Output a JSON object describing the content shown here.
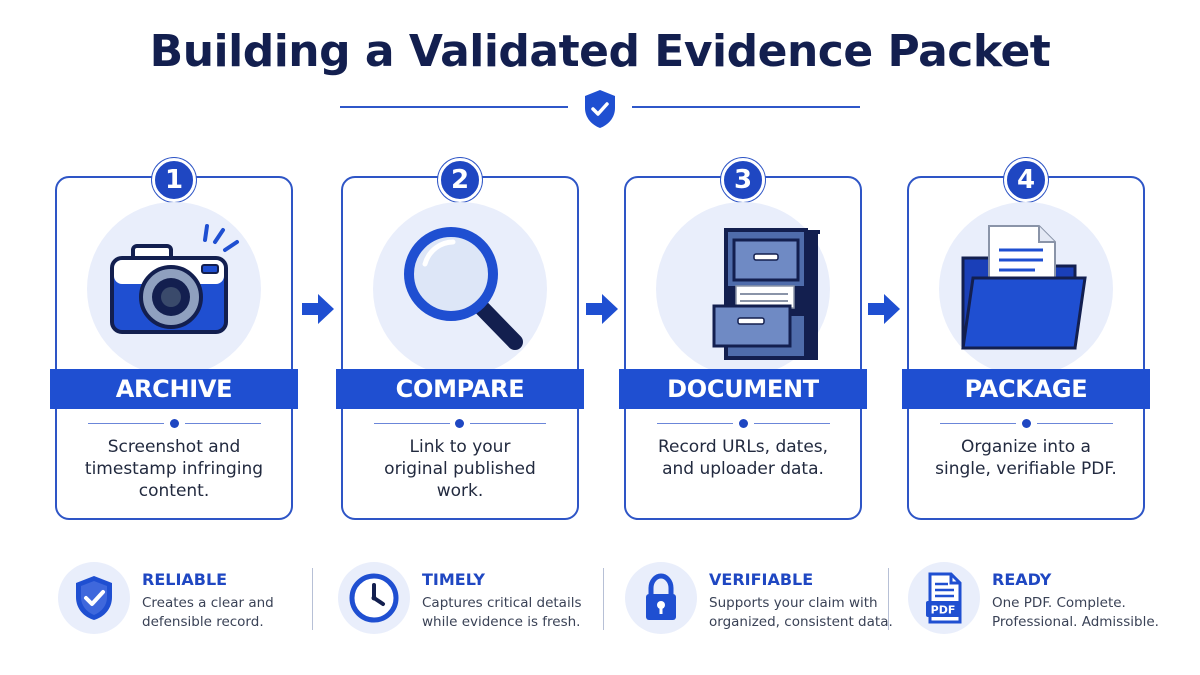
{
  "title": "Building a Validated Evidence Packet",
  "colors": {
    "primary": "#1f4fd1",
    "navy": "#131f4f",
    "light": "#e9eefb"
  },
  "steps": [
    {
      "number": "1",
      "label": "ARCHIVE",
      "icon": "camera-icon",
      "desc": [
        "Screenshot and",
        "timestamp infringing",
        "content."
      ]
    },
    {
      "number": "2",
      "label": "COMPARE",
      "icon": "magnifier-icon",
      "desc": [
        "Link to your",
        "original published",
        "work."
      ]
    },
    {
      "number": "3",
      "label": "DOCUMENT",
      "icon": "filing-cabinet-icon",
      "desc": [
        "Record URLs, dates,",
        "and uploader data."
      ]
    },
    {
      "number": "4",
      "label": "PACKAGE",
      "icon": "folder-icon",
      "desc": [
        "Organize into a",
        "single, verifiable PDF."
      ]
    }
  ],
  "benefits": [
    {
      "title": "RELIABLE",
      "icon": "shield-check-icon",
      "lines": [
        "Creates a clear and",
        "defensible record."
      ]
    },
    {
      "title": "TIMELY",
      "icon": "clock-icon",
      "lines": [
        "Captures critical details",
        "while evidence is fresh."
      ]
    },
    {
      "title": "VERIFIABLE",
      "icon": "padlock-icon",
      "lines": [
        "Supports your claim with",
        "organized, consistent data."
      ]
    },
    {
      "title": "READY",
      "icon": "pdf-file-icon",
      "pdf_label": "PDF",
      "lines": [
        "One PDF. Complete.",
        "Professional. Admissible."
      ]
    }
  ]
}
